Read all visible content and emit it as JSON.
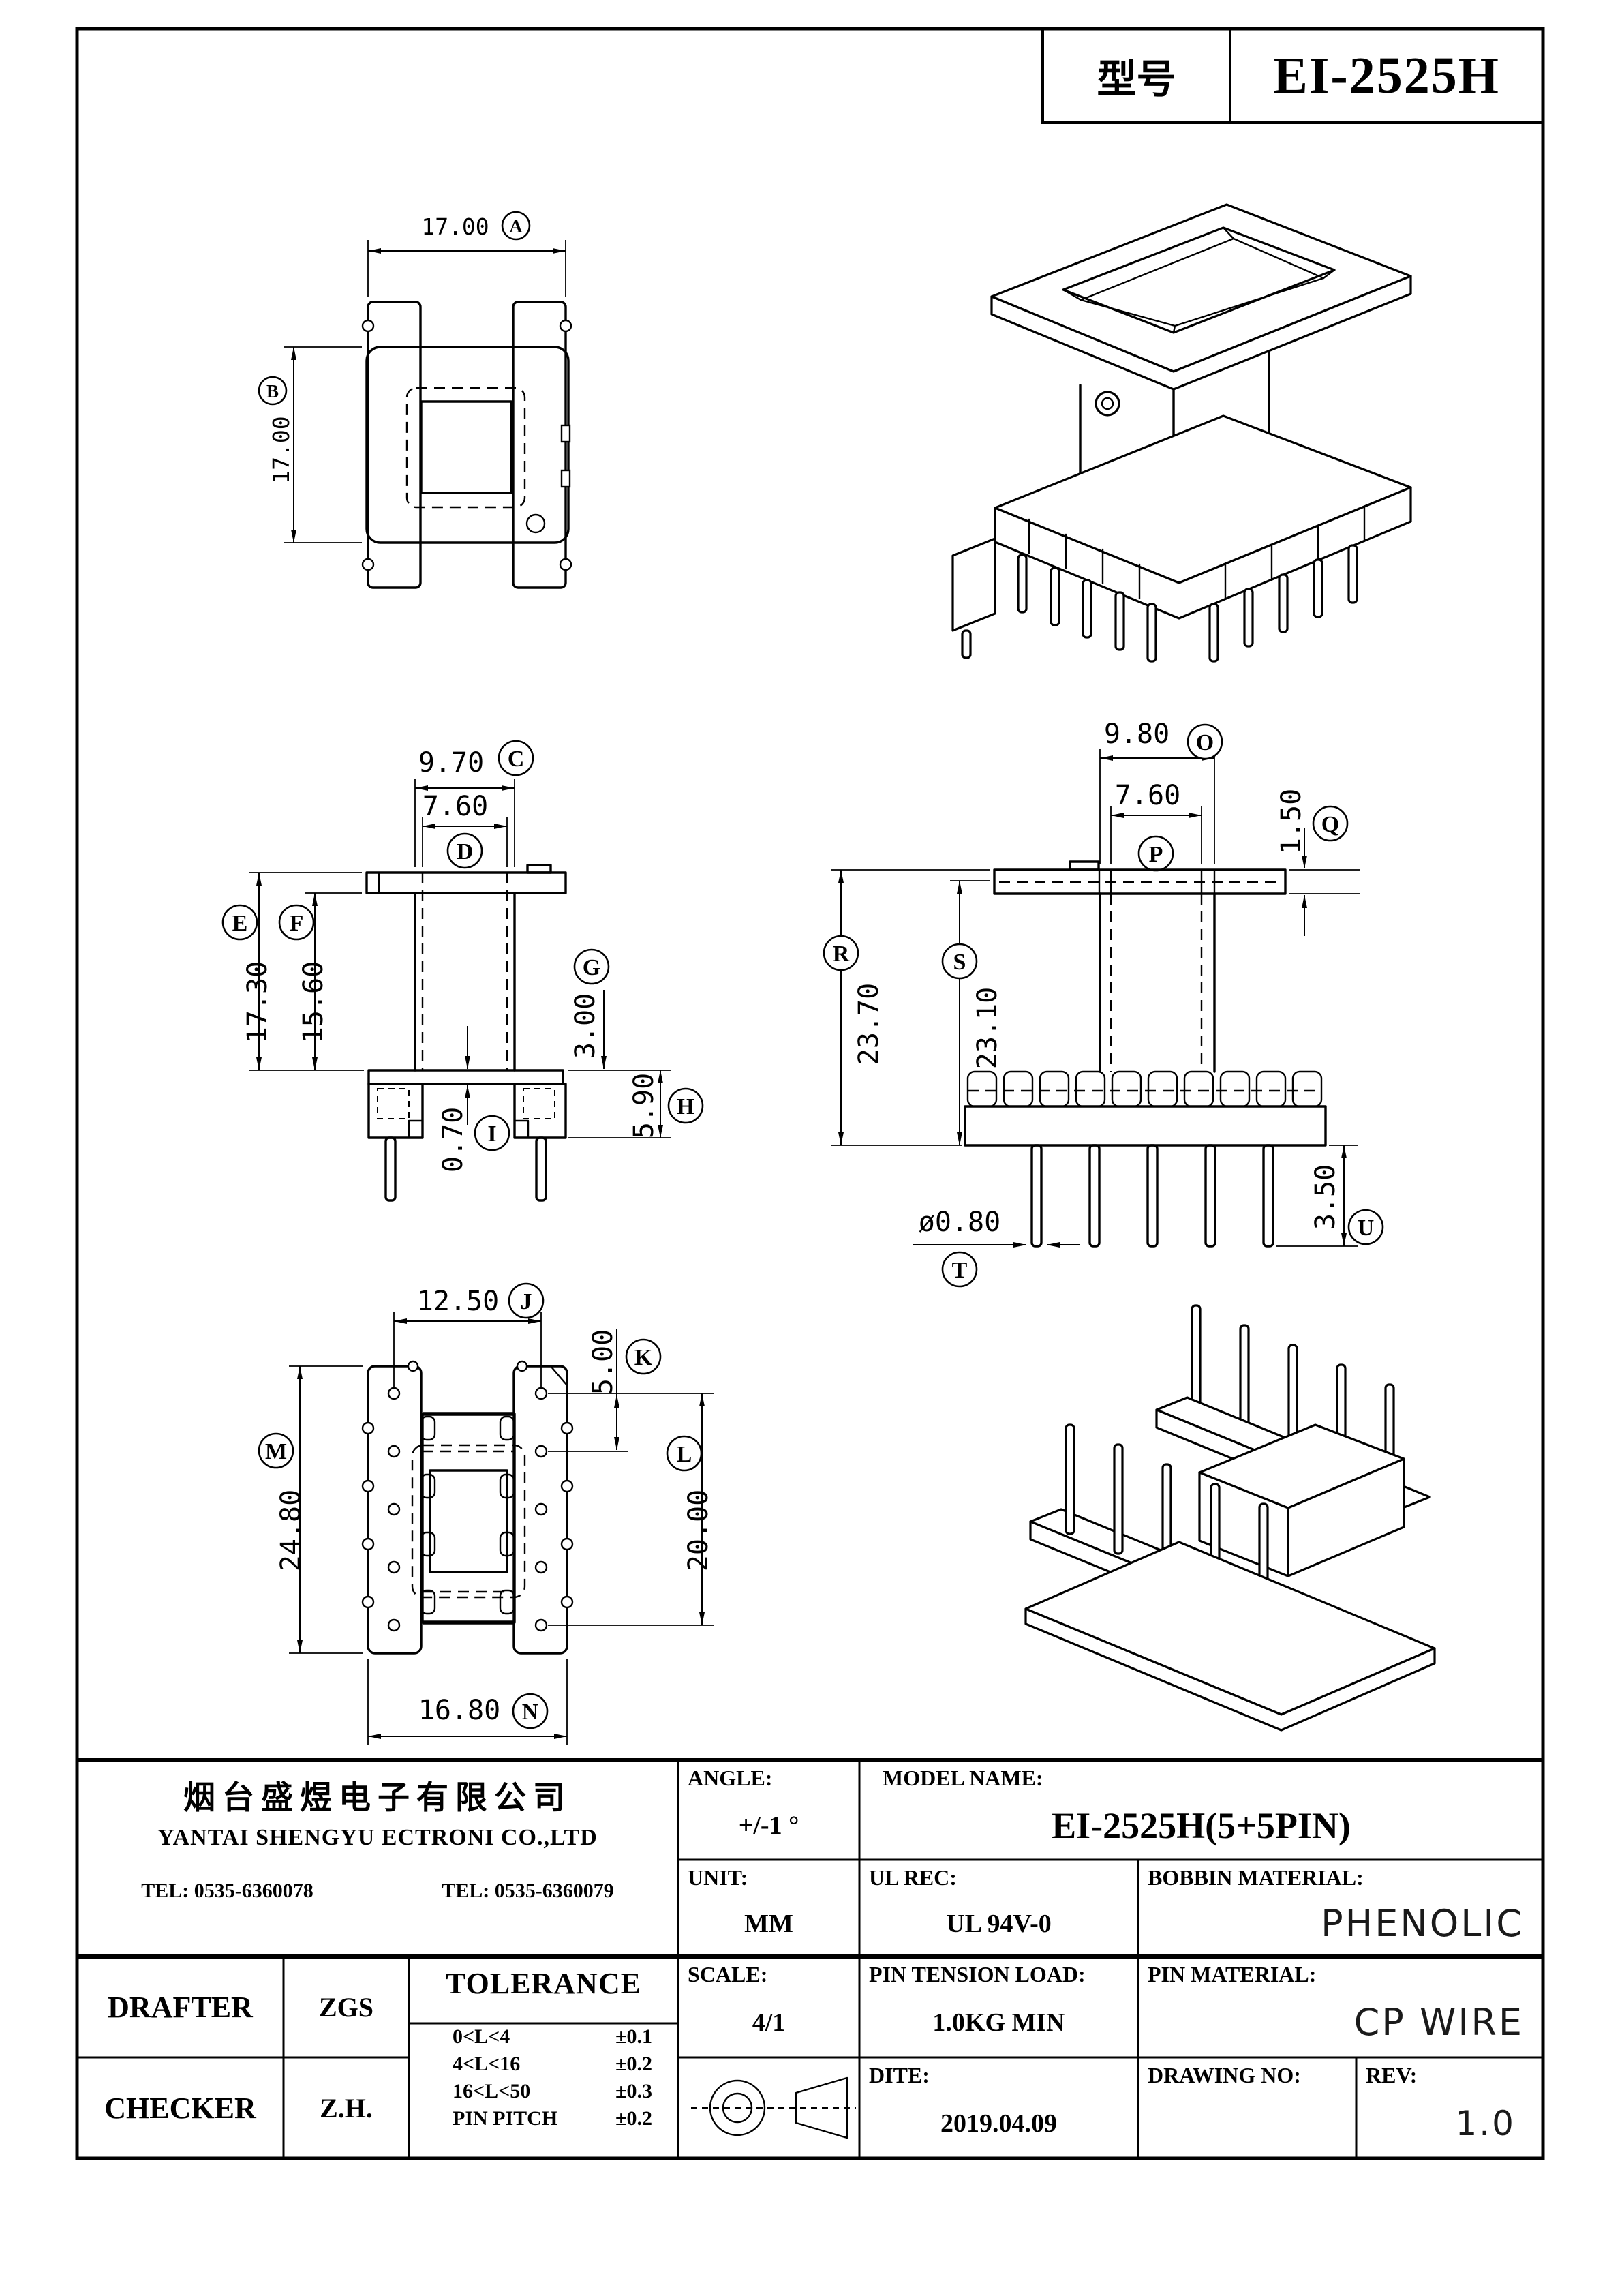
{
  "sheet": {
    "model_label": "型号",
    "model_value": "EI-2525H"
  },
  "dims": [
    {
      "letter": "A",
      "value": "17.00"
    },
    {
      "letter": "B",
      "value": "17.00"
    },
    {
      "letter": "C",
      "value": "9.70"
    },
    {
      "letter": "D",
      "value": "7.60"
    },
    {
      "letter": "E",
      "value": "17.30"
    },
    {
      "letter": "F",
      "value": "15.60"
    },
    {
      "letter": "G",
      "value": "3.00"
    },
    {
      "letter": "H",
      "value": "5.90"
    },
    {
      "letter": "I",
      "value": "0.70"
    },
    {
      "letter": "J",
      "value": "12.50"
    },
    {
      "letter": "K",
      "value": "5.00"
    },
    {
      "letter": "L",
      "value": "20.00"
    },
    {
      "letter": "M",
      "value": "24.80"
    },
    {
      "letter": "N",
      "value": "16.80"
    },
    {
      "letter": "O",
      "value": "9.80"
    },
    {
      "letter": "P",
      "value": "7.60"
    },
    {
      "letter": "Q",
      "value": "1.50"
    },
    {
      "letter": "R",
      "value": "23.70"
    },
    {
      "letter": "S",
      "value": "23.10"
    },
    {
      "letter": "T",
      "value": "ø0.80"
    },
    {
      "letter": "U",
      "value": "3.50"
    }
  ],
  "title_block": {
    "company": {
      "name_cn": "烟台盛煜电子有限公司",
      "name_en": "YANTAI SHENGYU ECTRONI CO.,LTD",
      "tel1": "TEL: 0535-6360078",
      "tel2": "TEL: 0535-6360079"
    },
    "angle_label": "ANGLE:",
    "angle_value": "+/-1 °",
    "model_name_label": "MODEL NAME:",
    "model_name_value": "EI-2525H(5+5PIN)",
    "unit_label": "UNIT:",
    "unit_value": "MM",
    "ul_label": "UL REC:",
    "ul_value": "UL 94V-0",
    "bobbin_label": "BOBBIN MATERIAL:",
    "bobbin_value": "PHENOLIC",
    "scale_label": "SCALE:",
    "scale_value": "4/1",
    "pin_load_label": "PIN TENSION LOAD:",
    "pin_load_value": "1.0KG MIN",
    "pin_material_label": "PIN MATERIAL:",
    "pin_material_value": "CP WIRE",
    "date_label": "DITE:",
    "date_value": "2019.04.09",
    "drawing_no_label": "DRAWING NO:",
    "rev_label": "REV:",
    "rev_value": "1.0",
    "drafter_label": "DRAFTER",
    "drafter_value": "ZGS",
    "checker_label": "CHECKER",
    "checker_value": "Z.H.",
    "tolerance_title": "TOLERANCE",
    "tolerance_rows": [
      {
        "range": "0<L<4",
        "tol": "±0.1"
      },
      {
        "range": "4<L<16",
        "tol": "±0.2"
      },
      {
        "range": "16<L<50",
        "tol": "±0.3"
      },
      {
        "range": "PIN PITCH",
        "tol": "±0.2"
      }
    ]
  }
}
